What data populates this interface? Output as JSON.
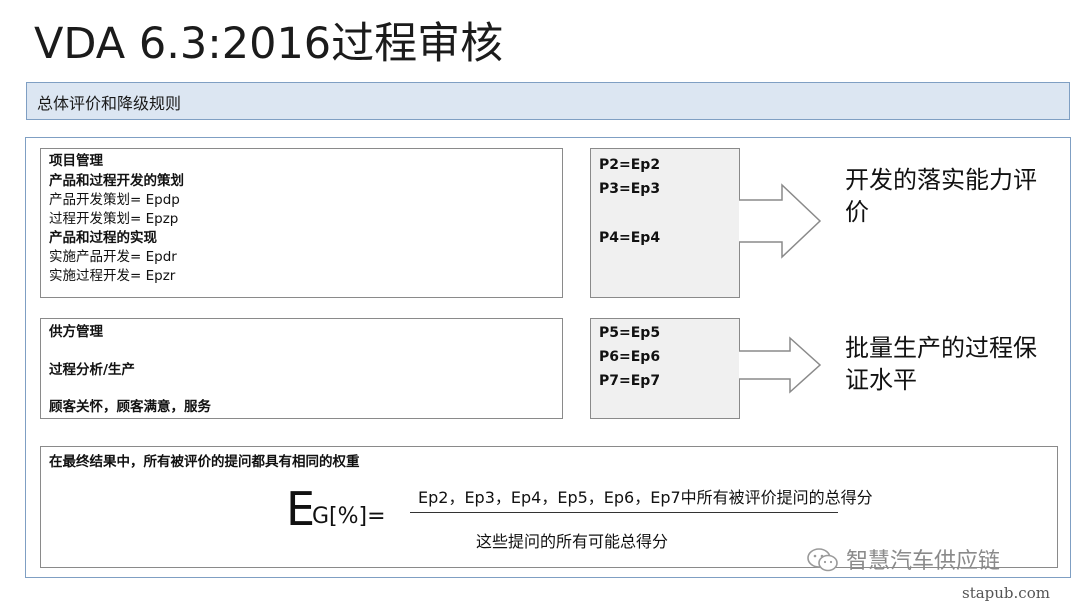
{
  "title": "VDA 6.3:2016过程审核",
  "section_bar": {
    "label": "总体评价和降级规则"
  },
  "box1": {
    "lines": [
      {
        "text": "项目管理",
        "bold": true
      },
      {
        "text": "产品和过程开发的策划",
        "bold": true
      },
      {
        "text": "产品开发策划= Epdp",
        "bold": false
      },
      {
        "text": "过程开发策划= Epzp",
        "bold": false
      },
      {
        "text": "产品和过程的实现",
        "bold": true
      },
      {
        "text": "实施产品开发= Epdr",
        "bold": false
      },
      {
        "text": "实施过程开发= Epzr",
        "bold": false
      }
    ]
  },
  "box2": {
    "lines": [
      {
        "text": "供方管理"
      },
      {
        "text": "过程分析/生产"
      },
      {
        "text": "顾客关怀，顾客满意，服务"
      }
    ]
  },
  "pbox1": {
    "lines": [
      "P2=Ep2",
      "P3=Ep3",
      "P4=Ep4"
    ]
  },
  "pbox2": {
    "lines": [
      "P5=Ep5",
      "P6=Ep6",
      "P7=Ep7"
    ]
  },
  "result1": {
    "line1": "开发的落实能力评",
    "line2": "价"
  },
  "result2": {
    "line1": "批量生产的过程保",
    "line2": "证水平"
  },
  "bottom": {
    "heading": "在最终结果中，所有被评价的提问都具有相同的权重",
    "formula_e": "E",
    "formula_sub": "G[%]=",
    "numerator": "Ep2，Ep3，Ep4，Ep5，Ep6，Ep7中所有被评价提问的总得分",
    "denominator": "这些提问的所有可能总得分"
  },
  "watermark": "智慧汽车供应链",
  "site": "stapub.com",
  "colors": {
    "bar_bg": "#dce6f2",
    "bar_border": "#7f9fc3",
    "grey_box": "#f0f0f0"
  },
  "icons": [
    "arrow-right-outline-icon",
    "wechat-logo-icon"
  ]
}
